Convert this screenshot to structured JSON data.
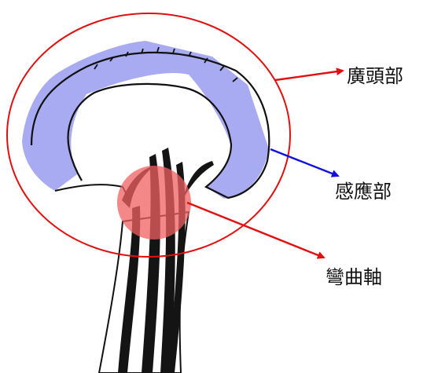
{
  "labels": {
    "top": "廣頭部",
    "middle": "感應部",
    "bottom": "彎曲軸"
  },
  "colors": {
    "outer_circle": "#e01010",
    "sensing_fill": "#9a9cf0",
    "curvature_fill": "#f06060",
    "arrow_top": "#e01010",
    "arrow_middle": "#1010e0",
    "arrow_bottom": "#e01010",
    "ink": "#111111"
  }
}
